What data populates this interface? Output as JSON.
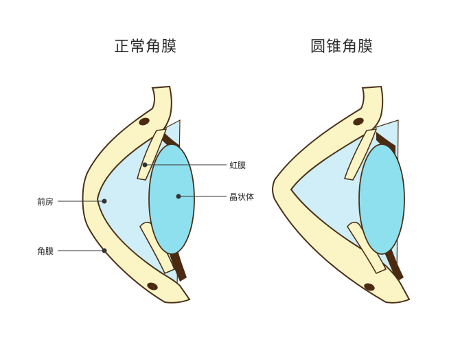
{
  "titles": {
    "normal": "正常角膜",
    "keratoconus": "圆锥角膜"
  },
  "labels": {
    "iris": "虹膜",
    "lens": "晶状体",
    "anterior_chamber": "前房",
    "cornea": "角膜"
  },
  "colors": {
    "cornea_fill": "#fbf5c6",
    "chamber_fill": "#cfeef7",
    "lens_fill": "#8fe0ee",
    "outline": "#4a3018",
    "dark_tissue": "#4a2b12",
    "leader_line": "#333333"
  }
}
